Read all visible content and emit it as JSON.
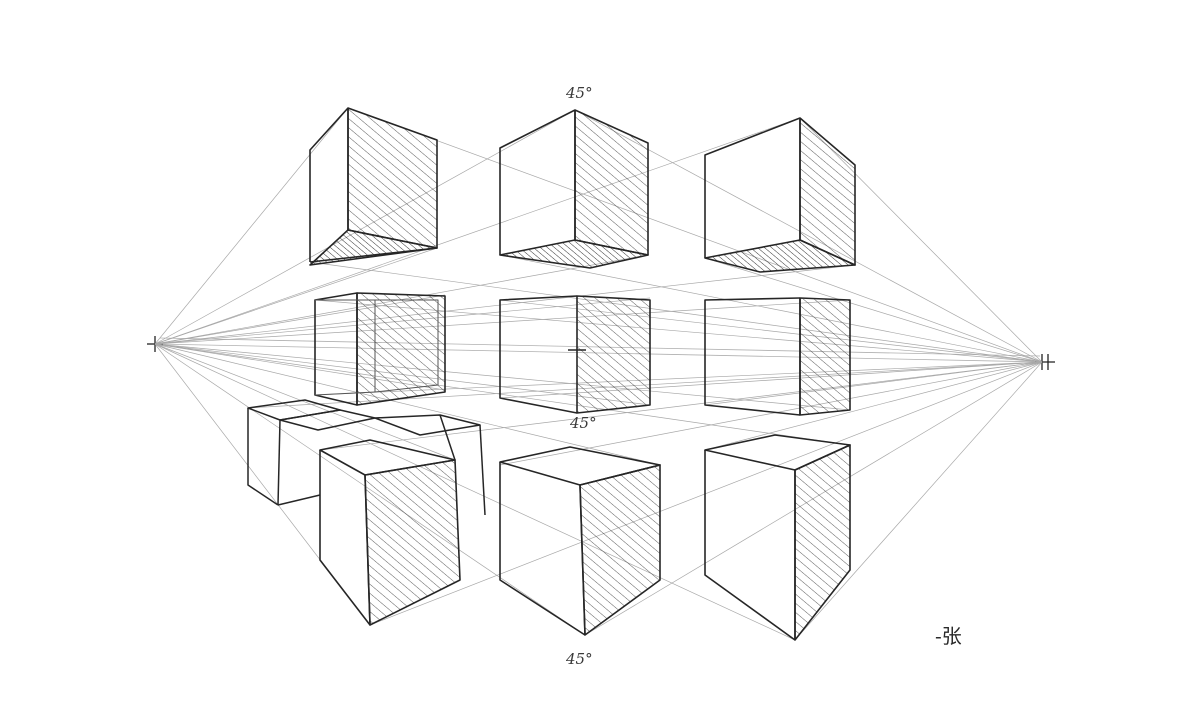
{
  "annotations": {
    "top_angle": "45°",
    "middle_angle": "45°",
    "bottom_angle": "45°"
  },
  "signature": "-张",
  "colors": {
    "paper": "#ffffff",
    "graphite": "#2b2b2b",
    "construction": "#9a9a9a",
    "hatch": "#4a4a4a"
  }
}
